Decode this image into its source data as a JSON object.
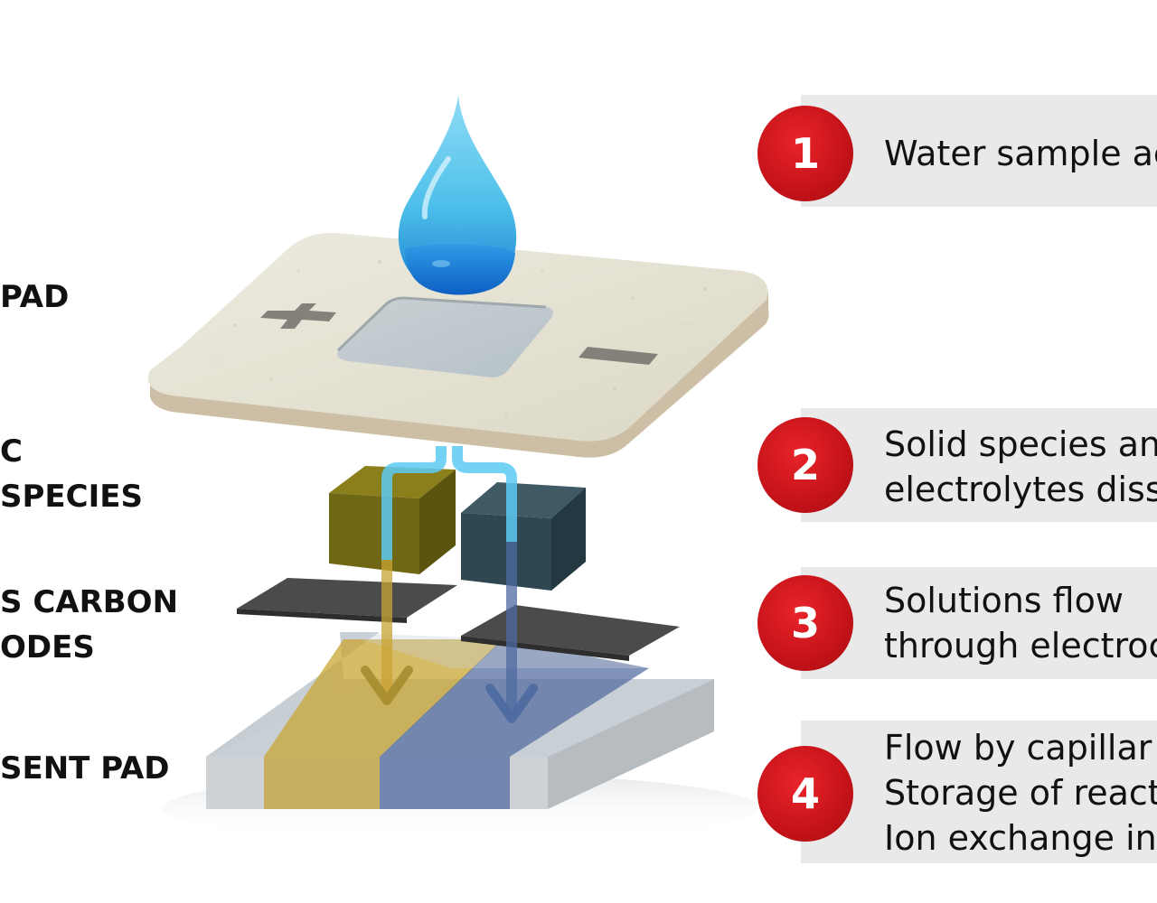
{
  "layer_labels": [
    "PAD",
    "C\nSPECIES",
    "S CARBON\nODES",
    "SENT PAD"
  ],
  "steps": [
    {
      "number": "1",
      "text": "Water sample ac"
    },
    {
      "number": "2",
      "text": "Solid species an\nelectrolytes diss"
    },
    {
      "number": "3",
      "text": "Solutions flow\nthrough electroc"
    },
    {
      "number": "4",
      "text": "Flow by capillar\nStorage of react\nIon exchange int"
    }
  ],
  "icons": {
    "plus_cutout": "plus-icon",
    "minus_cutout": "minus-icon",
    "droplet": "water-drop-icon"
  },
  "colors": {
    "badge_red": "#c8141a",
    "panel_gray": "#e9e9e9",
    "paper_pad": "#e7e3d4",
    "yellow_species": "#6e6614",
    "blue_species": "#2e4750",
    "carbon_electrode": "#4a4a4a",
    "yellow_channel": "#c9a533",
    "blue_channel": "#506aa0",
    "water": "#4fc3ea"
  }
}
